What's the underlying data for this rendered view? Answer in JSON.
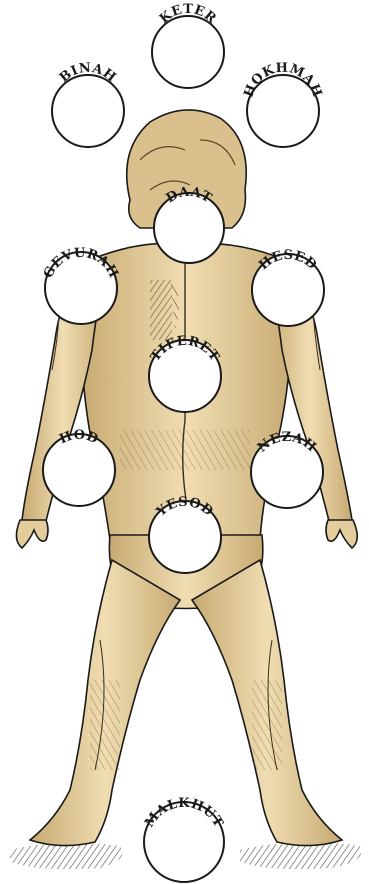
{
  "diagram": {
    "sefirot": [
      {
        "id": "keter",
        "label": "KETER"
      },
      {
        "id": "binah",
        "label": "BINAH"
      },
      {
        "id": "hokhmah",
        "label": "HOKHMAH"
      },
      {
        "id": "daat",
        "label": "DAAT"
      },
      {
        "id": "gevurah",
        "label": "GEVURAH"
      },
      {
        "id": "hesed",
        "label": "HESED"
      },
      {
        "id": "tiferet",
        "label": "TIFERET"
      },
      {
        "id": "hod",
        "label": "HOD"
      },
      {
        "id": "nezah",
        "label": "NEZAH"
      },
      {
        "id": "yesod",
        "label": "YESOD"
      },
      {
        "id": "malkhut",
        "label": "MALKHUT"
      }
    ],
    "colors": {
      "skin": "#e9d3a4",
      "skin_shadow": "#b99a63",
      "ink": "#1a1a1a",
      "circle_fill": "#ffffff"
    }
  }
}
